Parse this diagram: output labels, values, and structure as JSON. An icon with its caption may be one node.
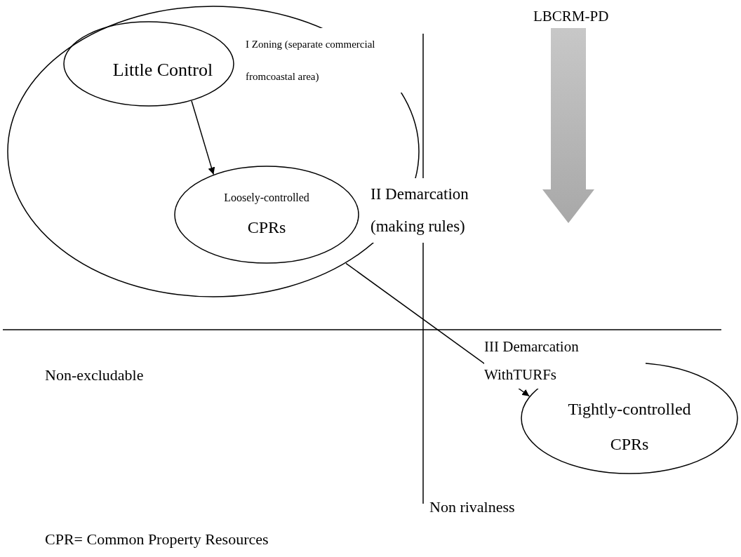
{
  "diagram": {
    "nodes": [
      {
        "text": [],
        "shape": "ellipse"
      },
      {
        "text": [
          "Little Control"
        ],
        "in": 0
      },
      {
        "text": [
          "Loosely-controlled",
          "CPRs"
        ],
        "in": 0
      },
      {
        "text": [
          "Tightly-controlled CPRs"
        ]
      }
    ],
    "edges": [
      {
        "from": 1,
        "to": 2,
        "arrow": "to"
      },
      {
        "from": 0,
        "to": 3,
        "arrow": "to"
      }
    ],
    "labels": [
      "LBCRM-PD",
      "I Zoning (separate commercial fromcoastal area)",
      "II Demarcation (making rules)",
      "III Demarcation WithTURFs",
      "Non-excludable",
      "Non rivalness",
      "CPR= Common Property Resources"
    ]
  }
}
